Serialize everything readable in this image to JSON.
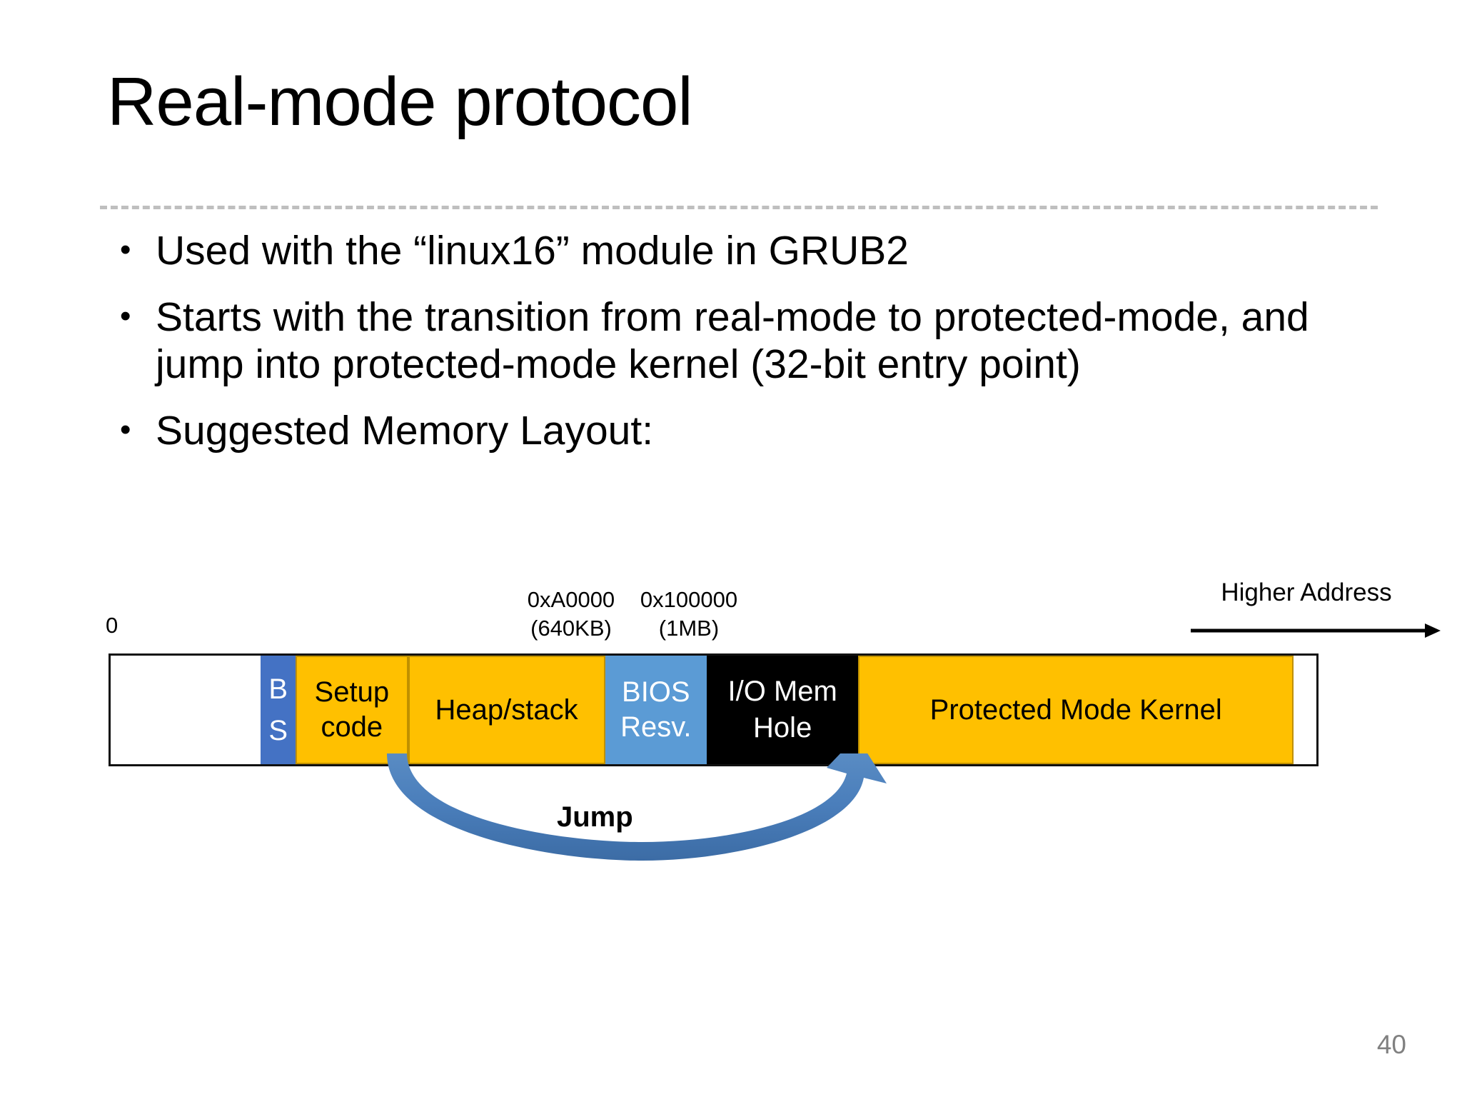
{
  "slide": {
    "title": "Real-mode protocol",
    "page_number": "40",
    "bullets": [
      "Used with the “linux16” module in GRUB2",
      "Starts with the transition from real-mode to protected-mode, and jump into protected-mode kernel (32-bit entry point)",
      "Suggested Memory Layout:"
    ]
  },
  "diagram": {
    "zero_label": "0",
    "higher_address_label": "Higher Address",
    "jump_label": "Jump",
    "address_markers": [
      {
        "hex": "0xA0000",
        "size": "(640KB)"
      },
      {
        "hex": "0x100000",
        "size": "(1MB)"
      }
    ],
    "segments": [
      {
        "label": "",
        "color": "#ffffff"
      },
      {
        "label": "BS",
        "color": "#4472c4"
      },
      {
        "label": "Setup code",
        "color": "#ffc000"
      },
      {
        "label": "Heap/stack",
        "color": "#ffc000"
      },
      {
        "label": "BIOS Resv.",
        "color": "#5b9bd5"
      },
      {
        "label": "I/O Mem Hole",
        "color": "#000000"
      },
      {
        "label": "Protected Mode Kernel",
        "color": "#ffc000"
      },
      {
        "label": "",
        "color": "#ffffff"
      }
    ],
    "colors": {
      "orange": "#ffc000",
      "blue_dark": "#4472c4",
      "blue_light": "#5b9bd5",
      "black": "#000000",
      "arrow_blue": "#4a7ebb",
      "divider_gray": "#bfbfbf",
      "page_number_gray": "#808080"
    }
  }
}
